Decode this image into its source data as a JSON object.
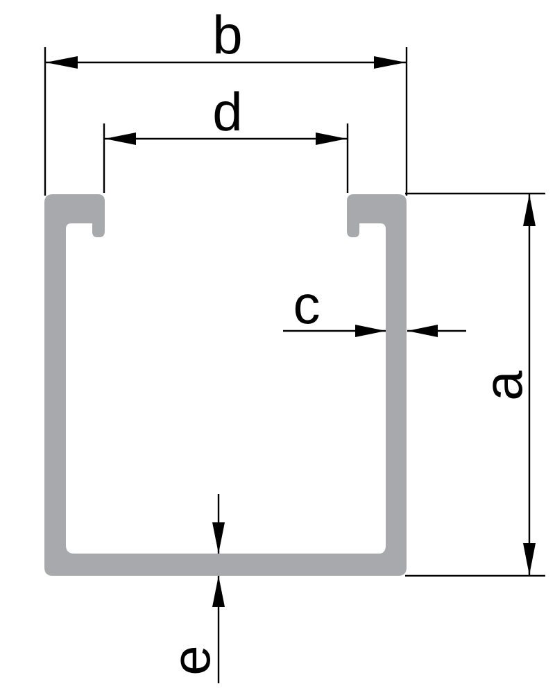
{
  "diagram": {
    "profile_color": "#a7a9ac",
    "line_color": "#000000",
    "labels": {
      "a": "a",
      "b": "b",
      "c": "c",
      "d": "d",
      "e": "e"
    }
  }
}
